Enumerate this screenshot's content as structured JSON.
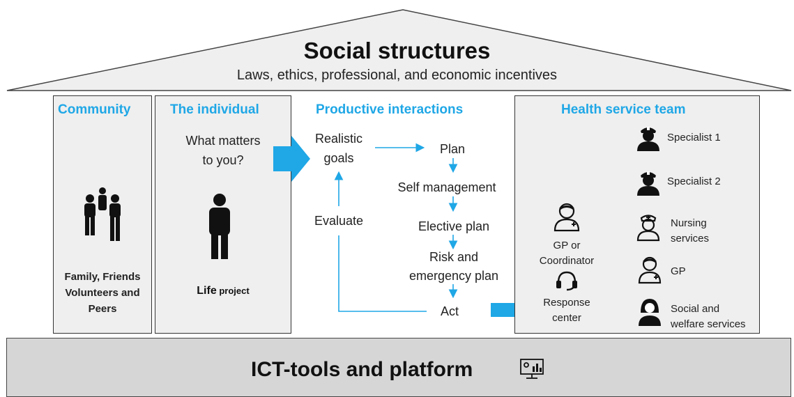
{
  "roof": {
    "title": "Social structures",
    "subtitle": "Laws, ethics, professional, and economic incentives"
  },
  "community": {
    "heading": "Community",
    "caption_lines": [
      "Family, Friends",
      "Volunteers and",
      "Peers"
    ]
  },
  "individual": {
    "heading": "The individual",
    "question_lines": [
      "What matters",
      "to you?"
    ],
    "caption_bold": "Life",
    "caption_rest": " project"
  },
  "interactions": {
    "heading": "Productive interactions",
    "goals_lines": [
      "Realistic",
      "goals"
    ],
    "plan": "Plan",
    "self_management": "Self management",
    "elective_plan": "Elective plan",
    "risk_lines": [
      "Risk and",
      "emergency plan"
    ],
    "act": "Act",
    "evaluate": "Evaluate"
  },
  "team": {
    "heading": "Health service team",
    "gp_coordinator_lines": [
      "GP or",
      "Coordinator"
    ],
    "response_lines": [
      "Response",
      "center"
    ],
    "specialist1": "Specialist 1",
    "specialist2": "Specialist 2",
    "nursing_lines": [
      "Nursing",
      "services"
    ],
    "gp": "GP",
    "social_lines": [
      "Social and",
      "welfare services"
    ]
  },
  "foundation": {
    "label": "ICT-tools and platform"
  },
  "icons": {
    "person": "person-icon",
    "doctor": "doctor-icon",
    "nurse": "nurse-icon",
    "headset": "headset-icon",
    "monitor": "monitor-chart-icon"
  },
  "colors": {
    "accent": "#1fa7e6",
    "panel": "#efefef",
    "foundation": "#d6d6d6"
  }
}
